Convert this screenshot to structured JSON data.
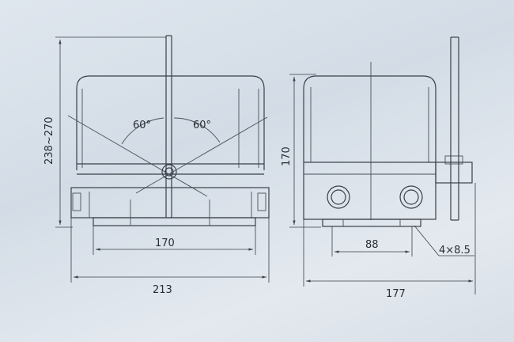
{
  "labels": {
    "height_front": "238~270",
    "angle_left": "60°",
    "angle_right": "60°",
    "width_inner_front": "170",
    "width_total_front": "213",
    "height_side": "170",
    "hole_spacing": "88",
    "hole_spec": "4×8.5",
    "width_total_side": "177"
  },
  "colors": {
    "line": "#3a3f47",
    "paper": "#dfe6ee"
  }
}
